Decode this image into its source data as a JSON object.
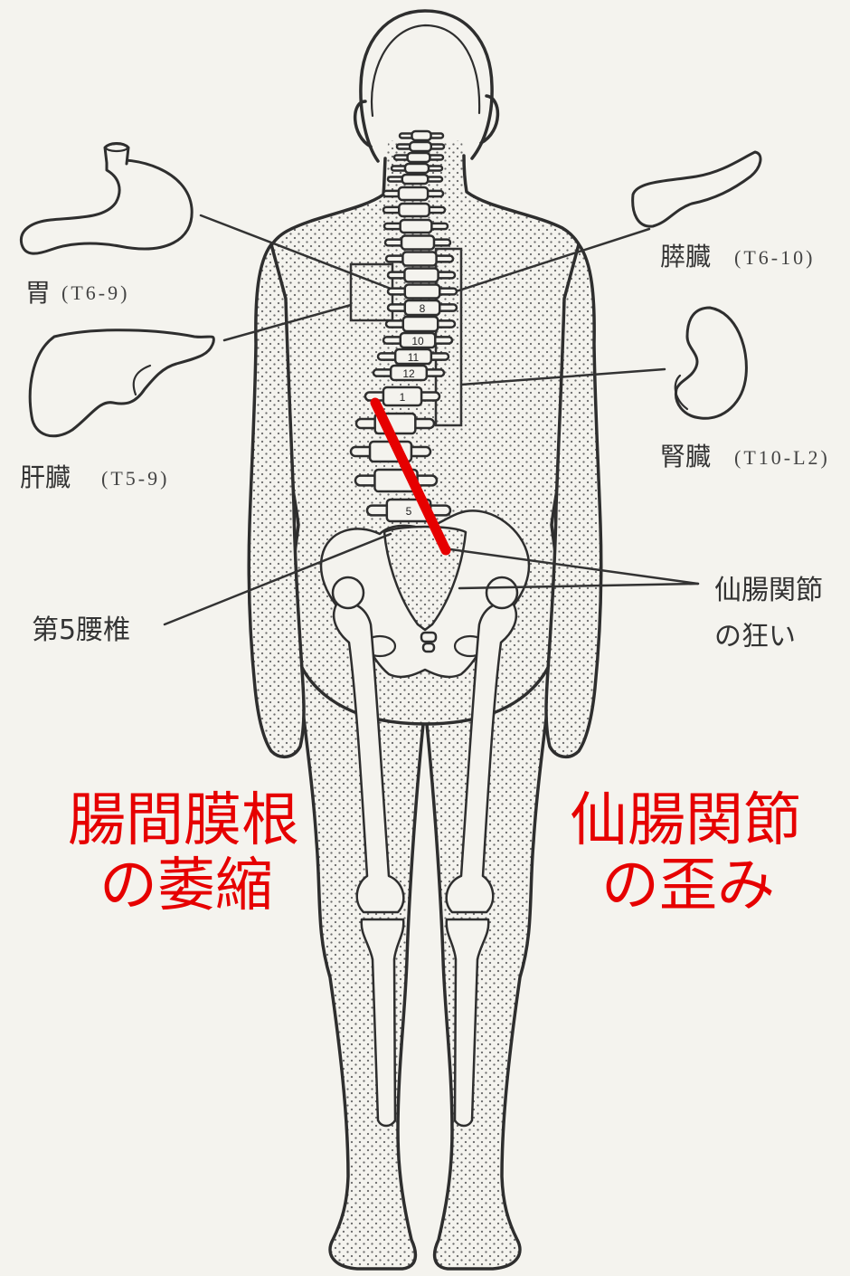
{
  "figure": {
    "organ_labels": {
      "stomach": {
        "name": "胃",
        "segments": "(T6-9)"
      },
      "liver": {
        "name": "肝臓",
        "segments": "(T5-9)"
      },
      "pancreas": {
        "name": "膵臓",
        "segments": "(T6-10)"
      },
      "kidney": {
        "name": "腎臓",
        "segments": "(T10-L2)"
      }
    },
    "structure_labels": {
      "l5": "第5腰椎",
      "sacroiliac_line1": "仙腸関節",
      "sacroiliac_line2": "の狂い"
    },
    "vertebra_numbers": [
      "8",
      "10",
      "11",
      "12",
      "1",
      "5"
    ]
  },
  "annotations": {
    "left": {
      "line1": "腸間膜根",
      "line2": "の萎縮"
    },
    "right": {
      "line1": "仙腸関節",
      "line2": "の歪み"
    }
  },
  "colors": {
    "annotation_red": "#e60000",
    "ink": "#2e2e2e",
    "paper": "#f4f3ee",
    "stipple": "#6b6b6b"
  }
}
